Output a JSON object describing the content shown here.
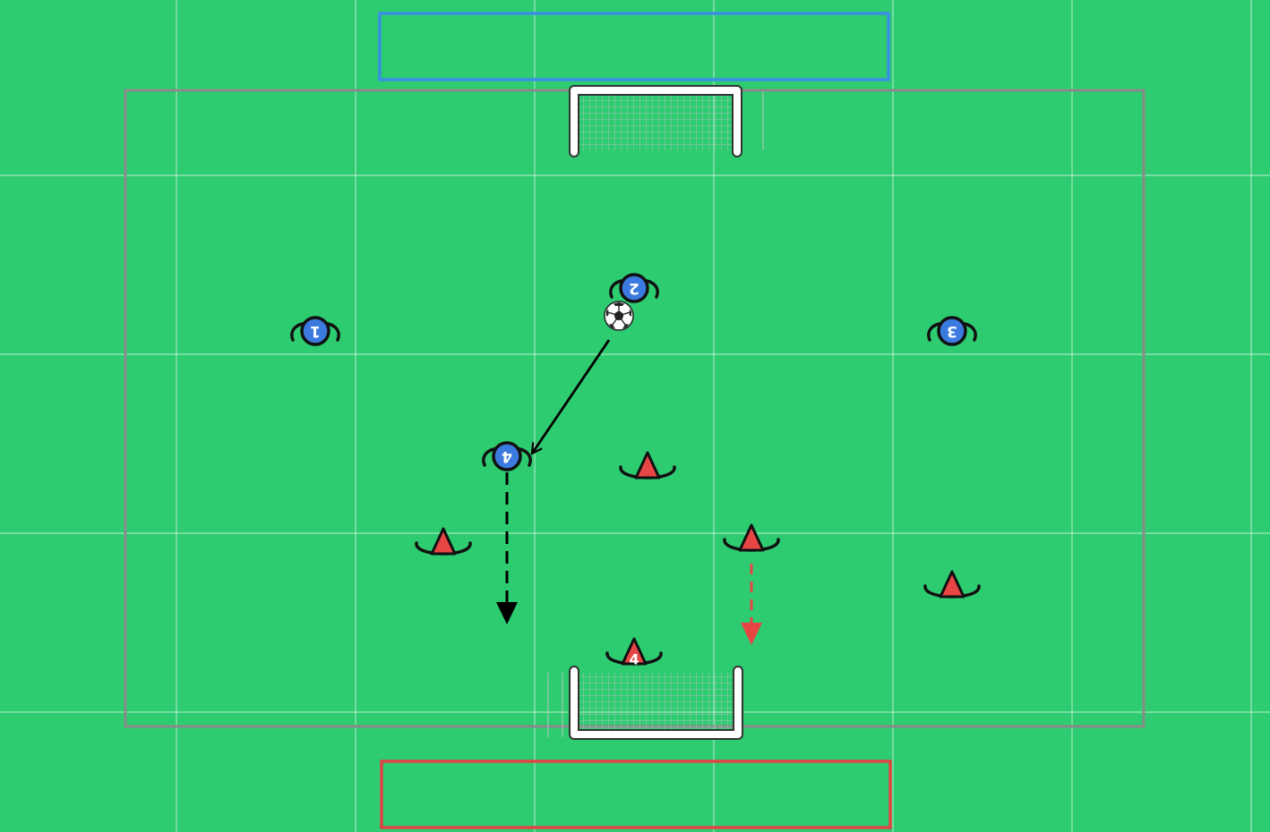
{
  "pitch": {
    "grass_color": "#2ecc71",
    "grid_color": "#ffffff",
    "boundary_color": "#8a8a8a",
    "goal_color": "#ffffff",
    "blue_zone_color": "#3a8ee6",
    "red_zone_color": "#e04444"
  },
  "players": [
    {
      "team": "blue",
      "number": "1",
      "color": "#3b7be0"
    },
    {
      "team": "blue",
      "number": "2",
      "color": "#3b7be0"
    },
    {
      "team": "blue",
      "number": "3",
      "color": "#3b7be0"
    },
    {
      "team": "blue",
      "number": "4",
      "color": "#3b7be0"
    }
  ],
  "cones": [
    {
      "team": "red",
      "number": "",
      "color": "#e84545"
    },
    {
      "team": "red",
      "number": "",
      "color": "#e84545"
    },
    {
      "team": "red",
      "number": "",
      "color": "#e84545"
    },
    {
      "team": "red",
      "number": "",
      "color": "#e84545"
    },
    {
      "team": "red",
      "number": "4",
      "color": "#e84545"
    }
  ],
  "ball": {
    "icon": "soccer-ball-icon",
    "glyph": "⚽"
  },
  "arrows": [
    {
      "type": "pass",
      "style": "solid",
      "color": "#000000"
    },
    {
      "type": "run",
      "style": "dashed",
      "color": "#000000"
    },
    {
      "type": "run",
      "style": "dashed",
      "color": "#e84545"
    }
  ]
}
